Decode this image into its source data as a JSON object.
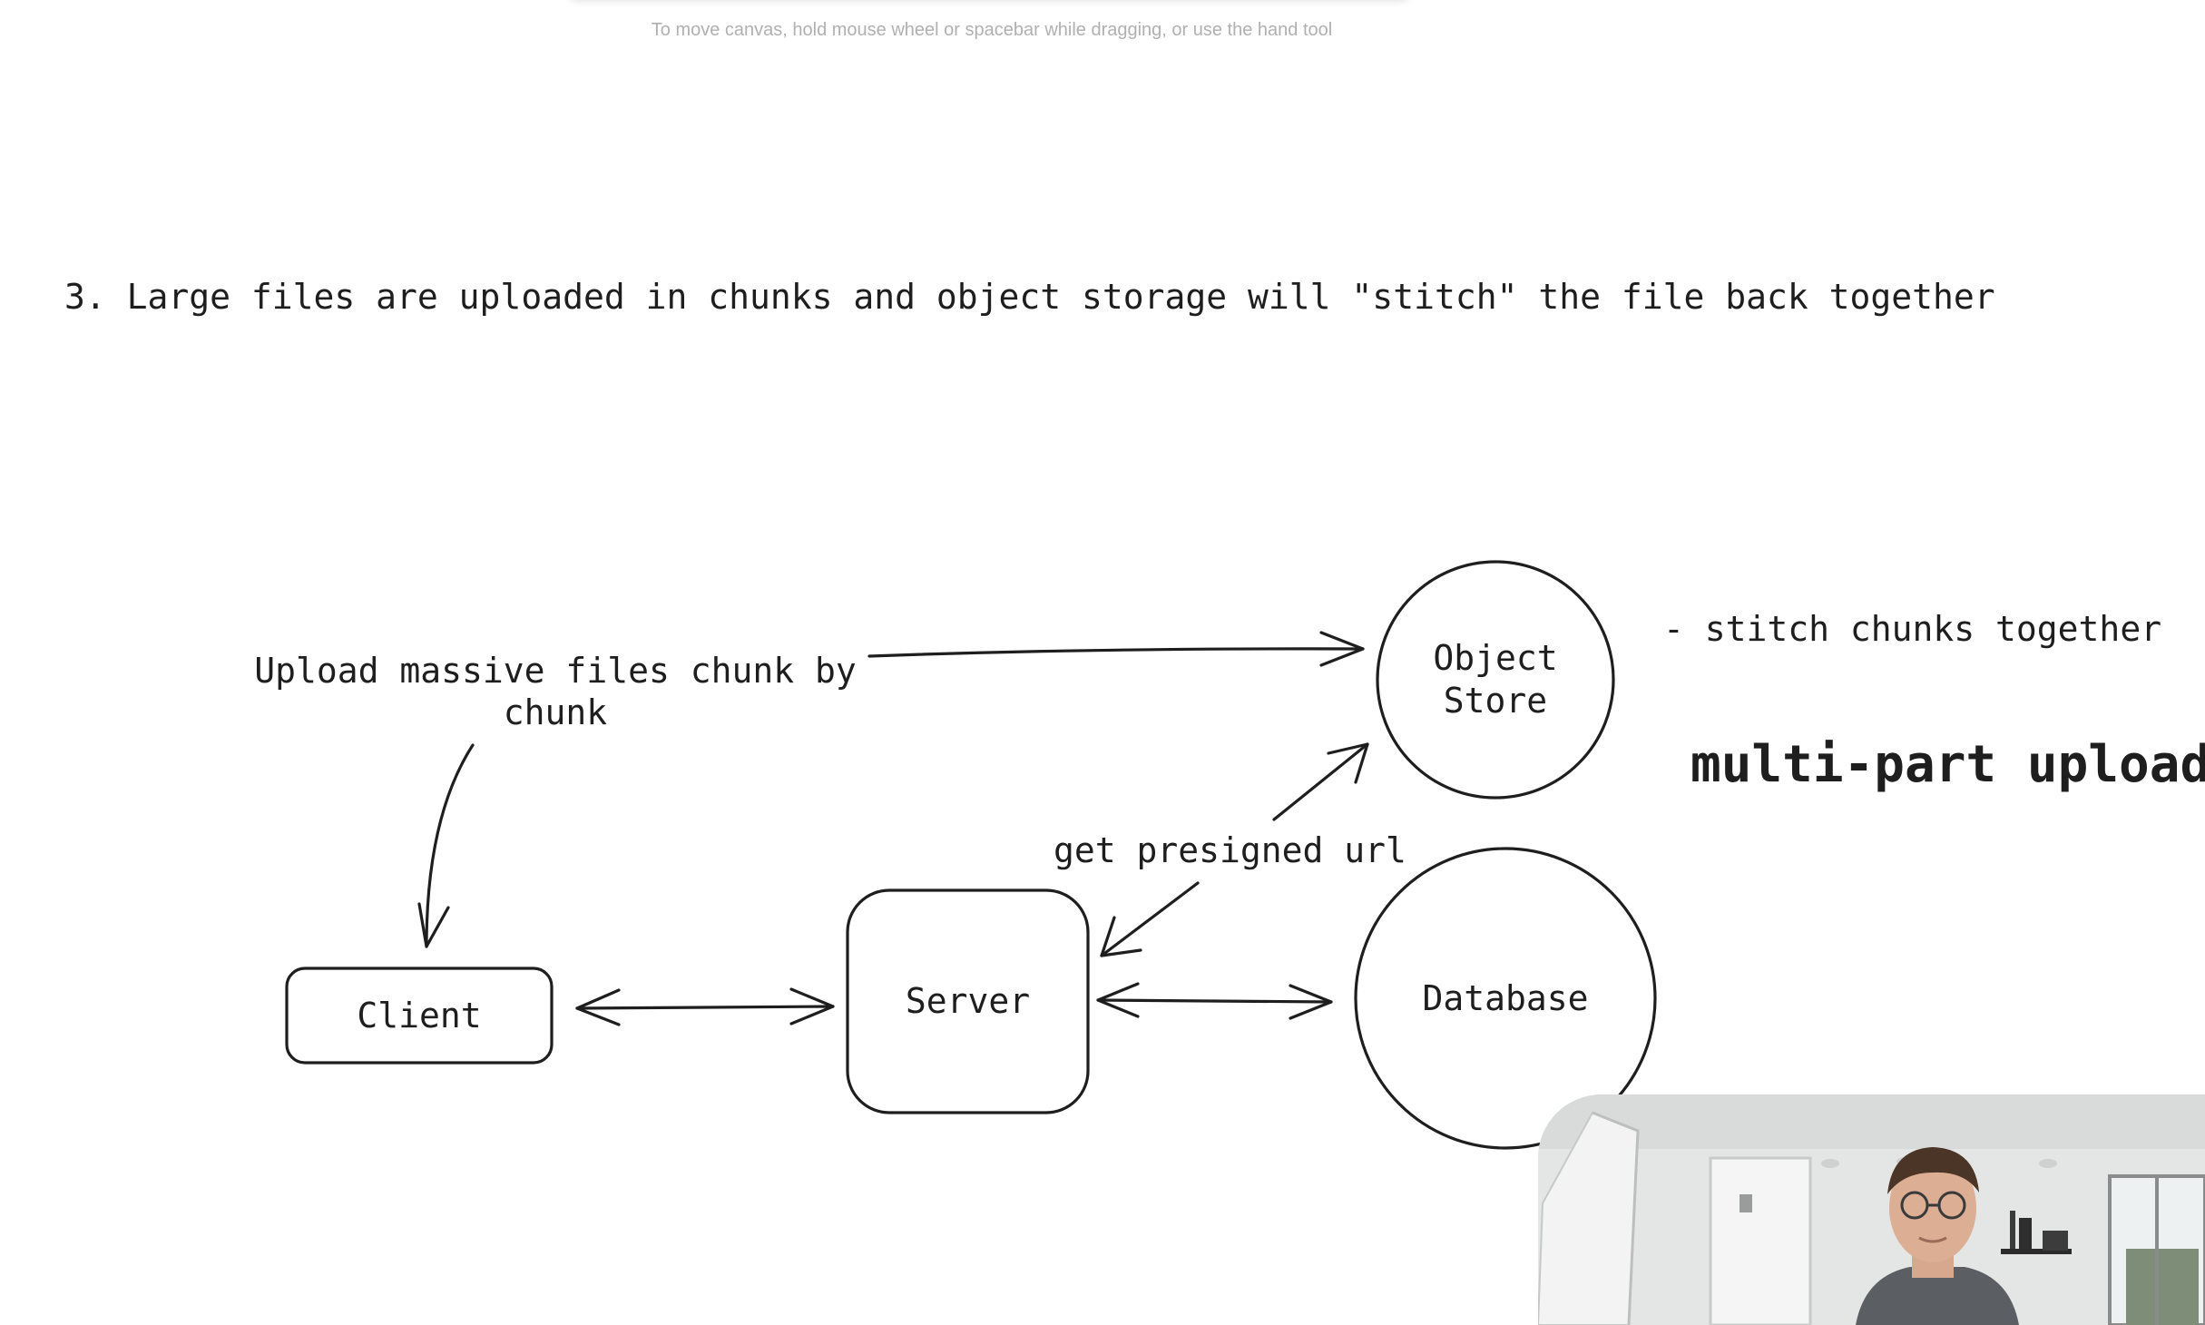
{
  "canvas": {
    "hint_text": "To move canvas, hold mouse wheel or spacebar while dragging, or use the hand tool"
  },
  "heading": "3. Large files are uploaded in chunks and object storage will \"stitch\" the file back together",
  "nodes": {
    "client": "Client",
    "server": "Server",
    "database": "Database",
    "object_store_line1": "Object",
    "object_store_line2": "Store"
  },
  "annotations": {
    "upload_line1": "Upload massive files chunk by",
    "upload_line2": "chunk",
    "presigned": "get presigned url",
    "stitch": "- stitch chunks together",
    "multipart": "multi-part upload"
  },
  "colors": {
    "stroke": "#1e1e1e",
    "background": "#ffffff",
    "hint": "#b0b0b0"
  },
  "webcam": {
    "icon": "webcam-video-overlay"
  }
}
